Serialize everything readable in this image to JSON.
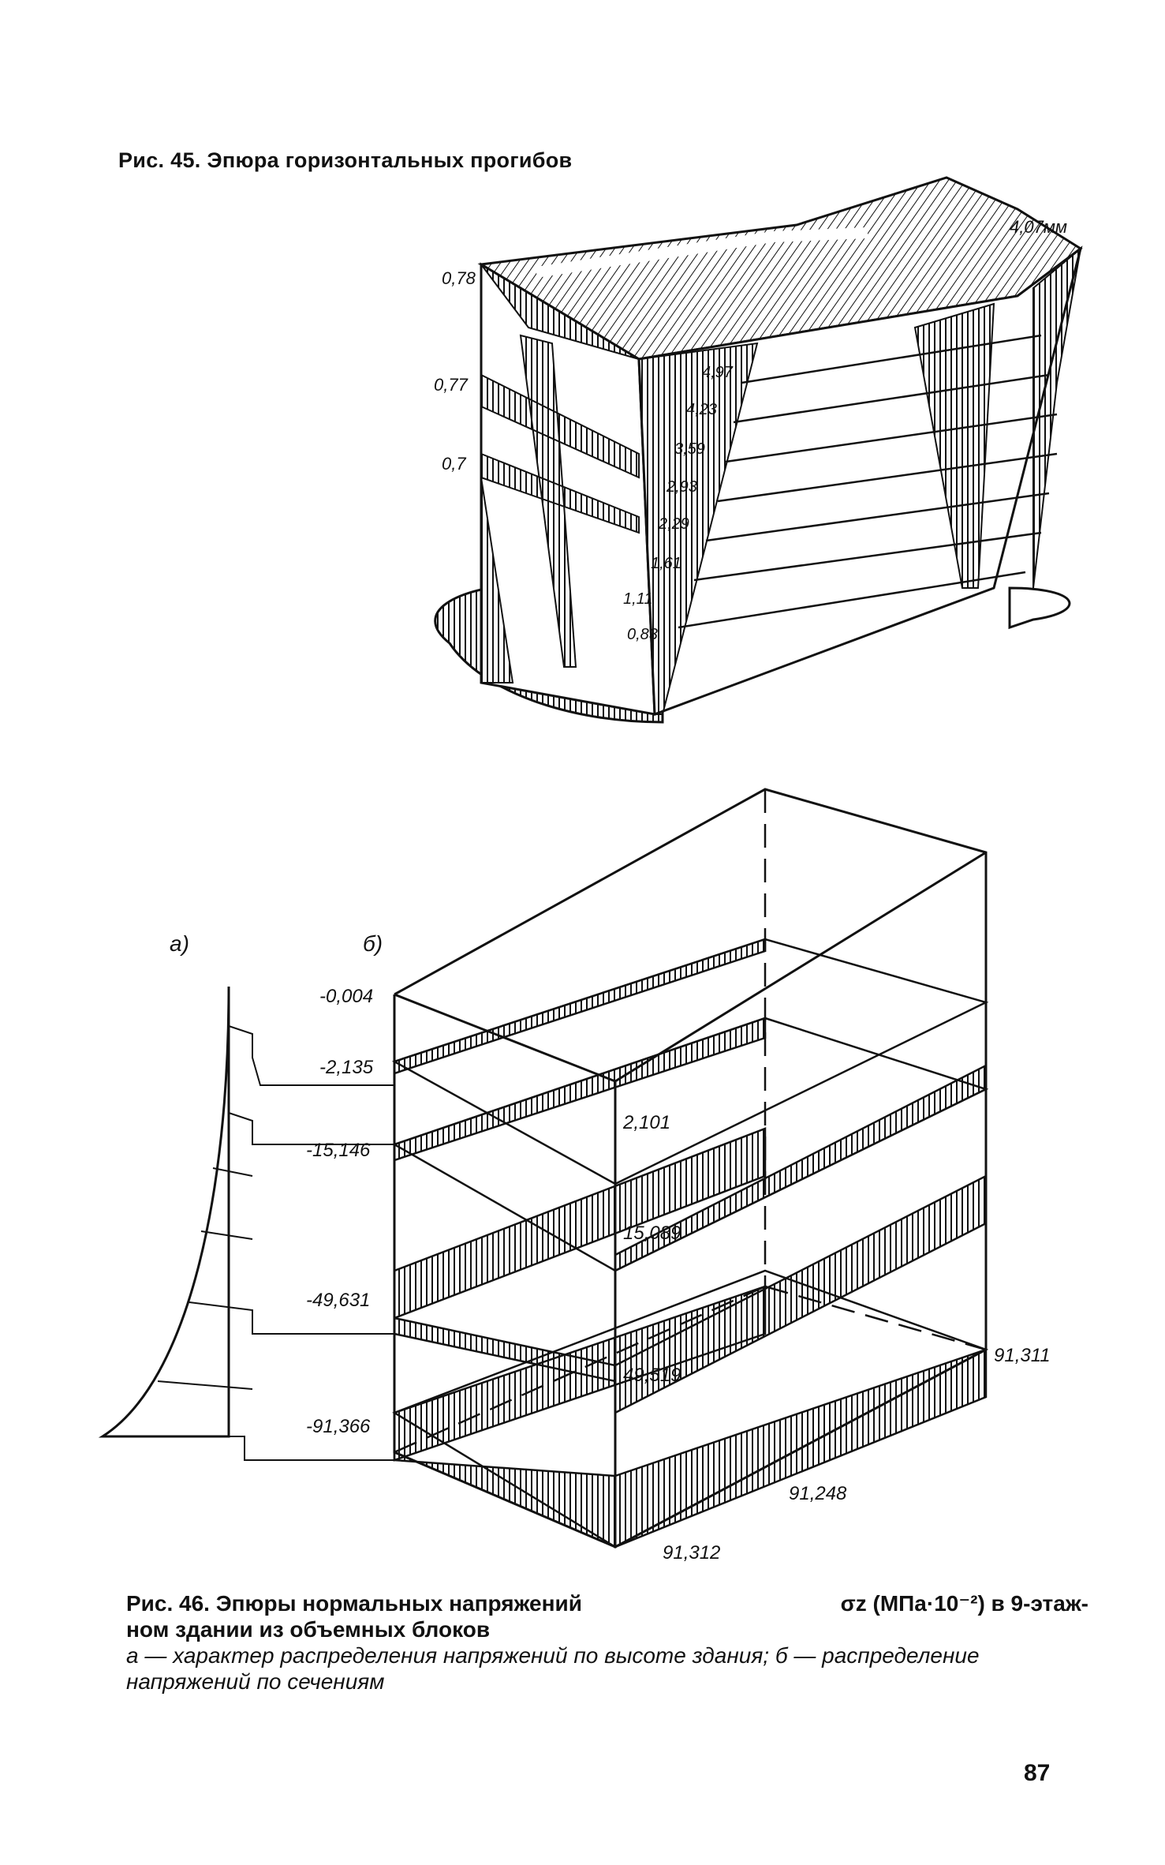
{
  "figure45": {
    "title": "Рис. 45. Эпюра горизонтальных прогибов",
    "top_label": "4,07мм",
    "left_values": [
      "0,78",
      "0,77",
      "0,7"
    ],
    "deflections": [
      "4,97",
      "4,23",
      "3,59",
      "2,93",
      "2,29",
      "1,61",
      "1,11",
      "0,83"
    ]
  },
  "figure46": {
    "part_a_label": "а)",
    "part_b_label": "б)",
    "left_values": [
      "-0,004",
      "-2,135",
      "-15,146",
      "-49,631",
      "-91,366"
    ],
    "center_values": [
      "2,101",
      "15,089",
      "49,519"
    ],
    "right_values": [
      "91,311",
      "91,248",
      "91,312"
    ],
    "caption_title": "Рис. 46. Эпюры нормальных напряжений",
    "caption_formula": "σz (МПа·10⁻²) в 9-этаж-",
    "caption_cont": "ном здании из объемных блоков",
    "caption_desc": "а — характер распределения напряжений по высоте здания; б — распределение напряжений по сечениям"
  },
  "page_number": "87"
}
